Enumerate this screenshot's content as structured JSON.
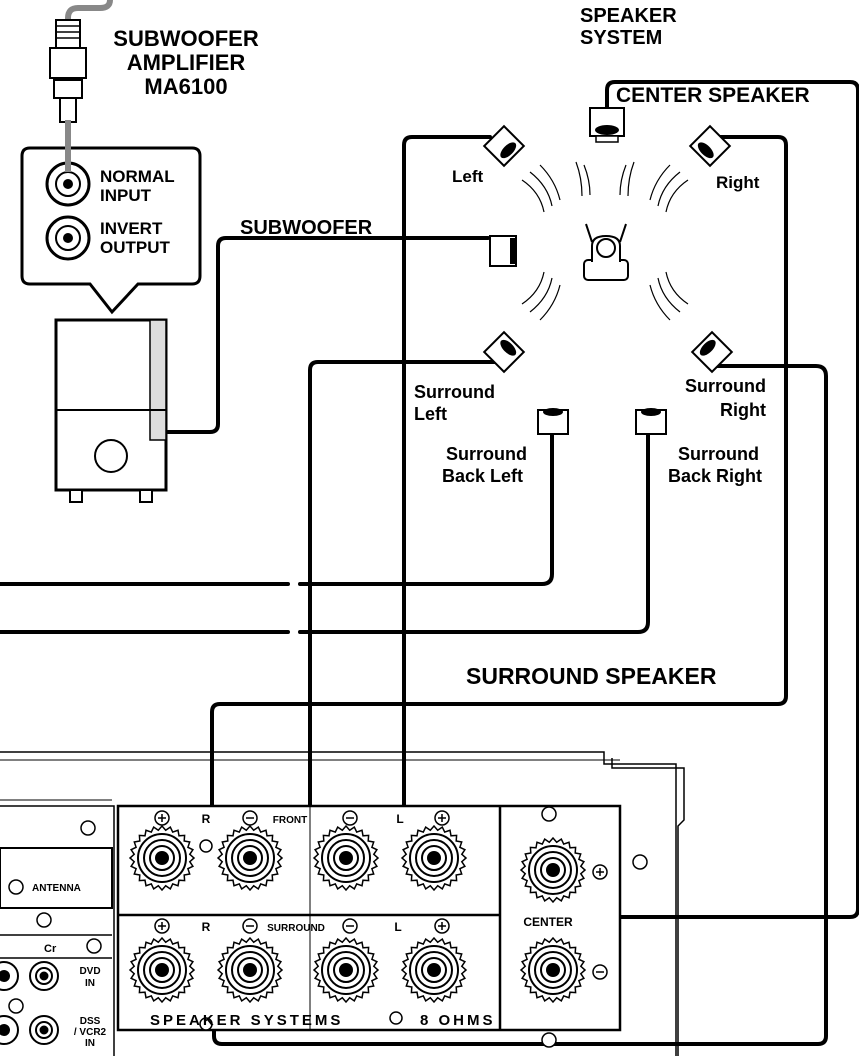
{
  "labels": {
    "amp_title_1": "SUBWOOFER",
    "amp_title_2": "AMPLIFIER",
    "amp_title_3": "MA6100",
    "speaker_system_1": "SPEAKER",
    "speaker_system_2": "SYSTEM",
    "center_speaker": "CENTER SPEAKER",
    "normal_1": "NORMAL",
    "normal_2": "INPUT",
    "invert_1": "INVERT",
    "invert_2": "OUTPUT",
    "subwoofer": "SUBWOOFER",
    "left": "Left",
    "right": "Right",
    "surround_left_1": "Surround",
    "surround_left_2": "Left",
    "surround_right_1": "Surround",
    "surround_right_2": "Right",
    "sbl_1": "Surround",
    "sbl_2": "Back Left",
    "sbr_1": "Surround",
    "sbr_2": "Back Right",
    "surround_speaker": "SURROUND SPEAKER",
    "antenna": "ANTENNA",
    "cr": "Cr",
    "dvd_1": "DVD",
    "dvd_2": "IN",
    "dss_1": "DSS",
    "dss_2": "/ VCR2",
    "dss_3": "IN",
    "front": "FRONT",
    "surround": "SURROUND",
    "r": "R",
    "l_top": "L",
    "l_bottom": "L",
    "r_top": "R",
    "center": "CENTER",
    "speaker_systems": "SPEAKER SYSTEMS",
    "ohms": "8 OHMS"
  }
}
